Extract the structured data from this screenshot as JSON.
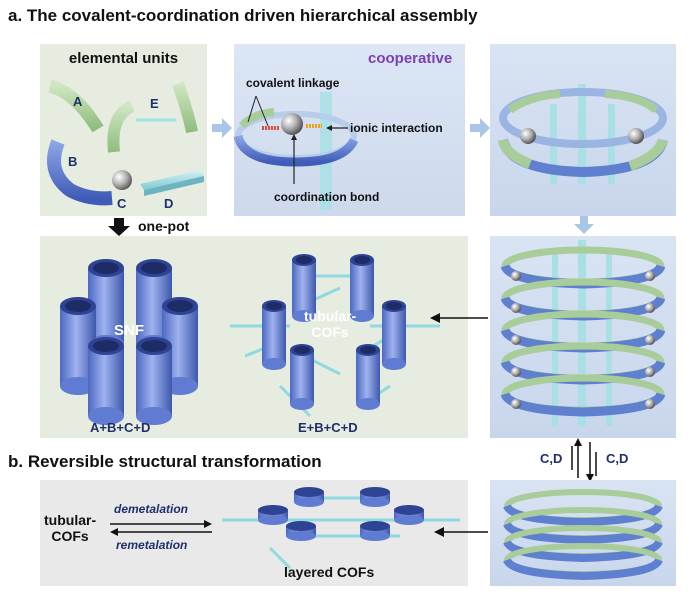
{
  "section_a": {
    "title": "a. The covalent-coordination driven hierarchical assembly"
  },
  "section_b": {
    "title": "b. Reversible structural transformation"
  },
  "elemental_units": {
    "title": "elemental units",
    "labels": {
      "a": "A",
      "b": "B",
      "c": "C",
      "d": "D",
      "e": "E"
    }
  },
  "cooperative_panel": {
    "title": "cooperative",
    "covalent_linkage": "covalent linkage",
    "ionic_interaction": "ionic interaction",
    "coordination_bond": "coordination bond"
  },
  "one_pot": "one-pot",
  "products": {
    "snf_label": "SNF",
    "snf_formula": "A+B+C+D",
    "tubular_label": "tubular-\nCOFs",
    "tubular_formula": "E+B+C+D"
  },
  "transformation": {
    "cd_left": "C,D",
    "cd_right": "C,D",
    "tubular_label": "tubular-\nCOFs",
    "demetalation": "demetalation",
    "remetalation": "remetalation",
    "layered_label": "layered COFs"
  },
  "colors": {
    "green": "#a9cd9a",
    "blue": "#5f7fcf",
    "cyan": "#8fd9e0",
    "navy": "#1f2f6b",
    "purple": "#7a3fb5"
  }
}
